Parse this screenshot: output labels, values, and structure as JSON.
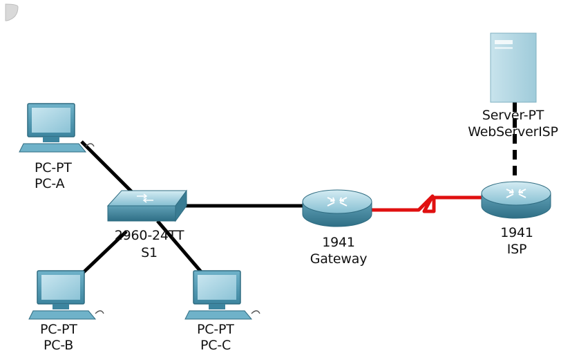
{
  "devices": {
    "pc_a": {
      "type": "PC-PT",
      "name": "PC-A"
    },
    "pc_b": {
      "type": "PC-PT",
      "name": "PC-B"
    },
    "pc_c": {
      "type": "PC-PT",
      "name": "PC-C"
    },
    "switch_s1": {
      "type": "2960-24TT",
      "name": "S1"
    },
    "router_gateway": {
      "type": "1941",
      "name": "Gateway"
    },
    "router_isp": {
      "type": "1941",
      "name": "ISP"
    },
    "server": {
      "type": "Server-PT",
      "name": "WebServerISP"
    }
  },
  "links": [
    {
      "from": "PC-A",
      "to": "S1",
      "style": "ethernet-solid",
      "color": "#000000"
    },
    {
      "from": "PC-B",
      "to": "S1",
      "style": "ethernet-solid",
      "color": "#000000"
    },
    {
      "from": "PC-C",
      "to": "S1",
      "style": "ethernet-solid",
      "color": "#000000"
    },
    {
      "from": "S1",
      "to": "Gateway",
      "style": "ethernet-solid",
      "color": "#000000"
    },
    {
      "from": "Gateway",
      "to": "ISP",
      "style": "serial-zigzag",
      "color": "#e01010"
    },
    {
      "from": "ISP",
      "to": "WebServerISP",
      "style": "dashed",
      "color": "#000000"
    }
  ],
  "colors": {
    "device_blue": "#4a8fa8",
    "device_light": "#a9d3e2",
    "server_body": "#b9dbe6",
    "serial_link": "#e01010"
  }
}
